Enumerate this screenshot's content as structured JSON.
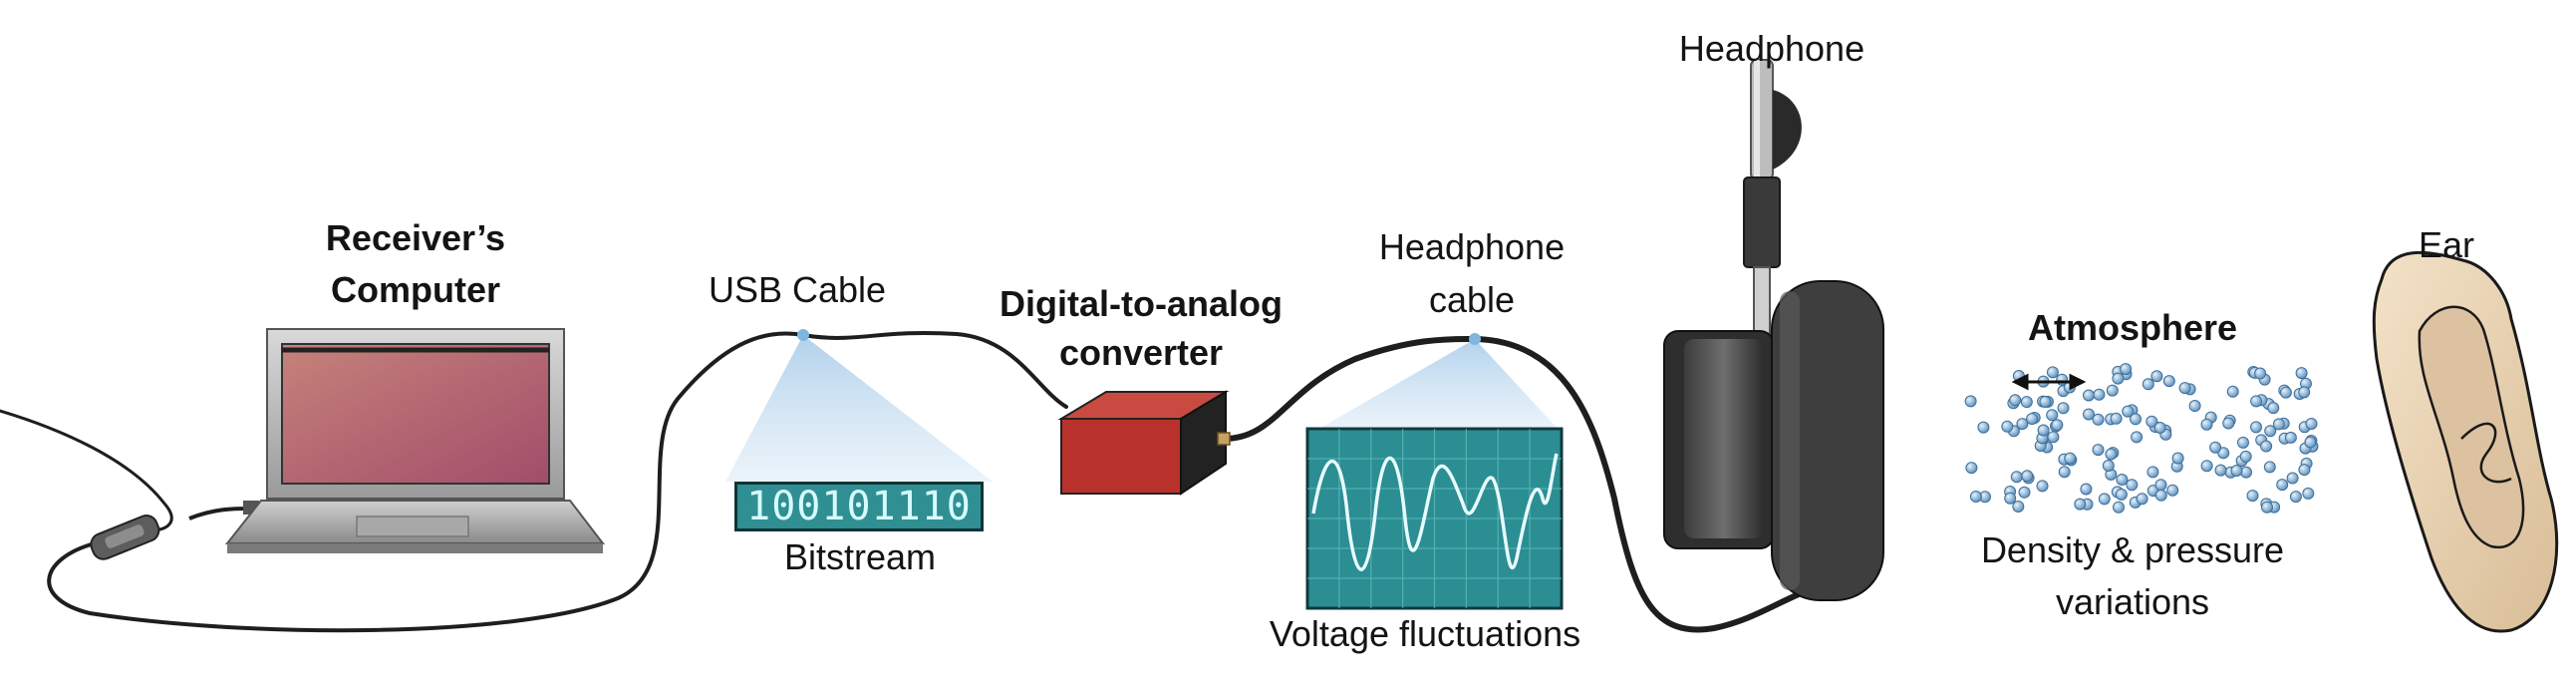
{
  "labels": {
    "computer_line1": "Receiver’s",
    "computer_line2": "Computer",
    "usb_cable": "USB Cable",
    "bitstream": "Bitstream",
    "dac_line1": "Digital-to-analog",
    "dac_line2": "converter",
    "headphone_cable_line1": "Headphone",
    "headphone_cable_line2": "cable",
    "voltage": "Voltage fluctuations",
    "headphone": "Headphone",
    "atmosphere": "Atmosphere",
    "density_line1": "Density & pressure",
    "density_line2": "variations",
    "ear": "Ear"
  },
  "bitstream_value": "100101110",
  "colors": {
    "screen_gradient_start": "#c6827a",
    "screen_gradient_end": "#a24d6a",
    "dac_box": "#b8322b",
    "scope_fill": "#2b8e93",
    "molecule": "#7fb0d8",
    "zoom_cone": "#bcd8ef",
    "ear_skin": "#ecd6b8"
  }
}
